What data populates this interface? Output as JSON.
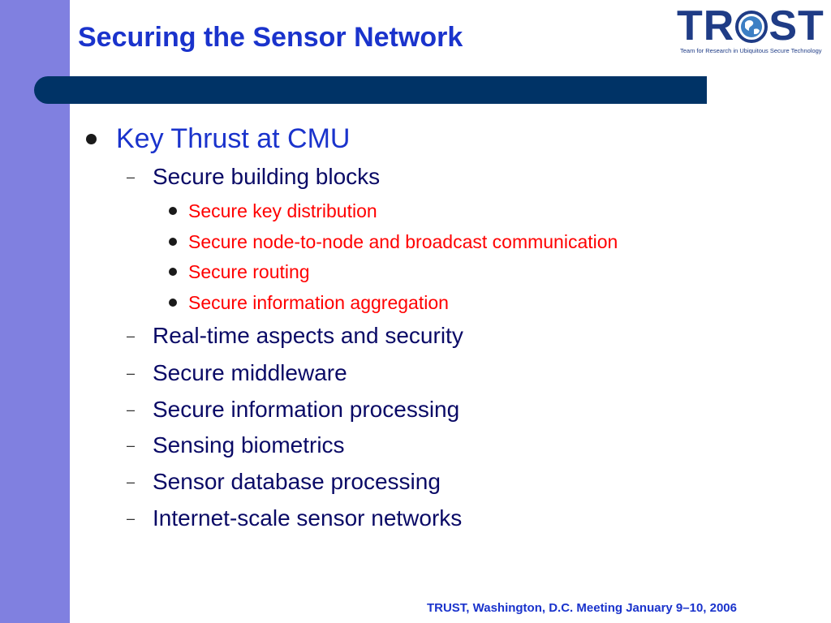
{
  "slide": {
    "title": "Securing the Sensor Network",
    "logo": {
      "word_left": "TR",
      "word_right": "ST",
      "tagline": "Team for Research in Ubiquitous Secure Technology"
    },
    "bullets": {
      "level1": "Key Thrust at CMU",
      "sub_first": "Secure building blocks",
      "sub_sub": [
        "Secure key distribution",
        "Secure node-to-node and broadcast communication",
        "Secure routing",
        "Secure information aggregation"
      ],
      "subs_rest": [
        "Real-time aspects and security",
        "Secure middleware",
        "Secure information processing",
        "Sensing biometrics",
        "Sensor database processing",
        "Internet-scale sensor networks"
      ]
    },
    "footer": "TRUST, Washington, D.C. Meeting January 9–10, 2006"
  },
  "colors": {
    "left_band": "#8080e0",
    "title_text": "#1a33cc",
    "title_bar": "#003366",
    "subsub_text": "#ff0000",
    "logo": "#1f3c86"
  }
}
